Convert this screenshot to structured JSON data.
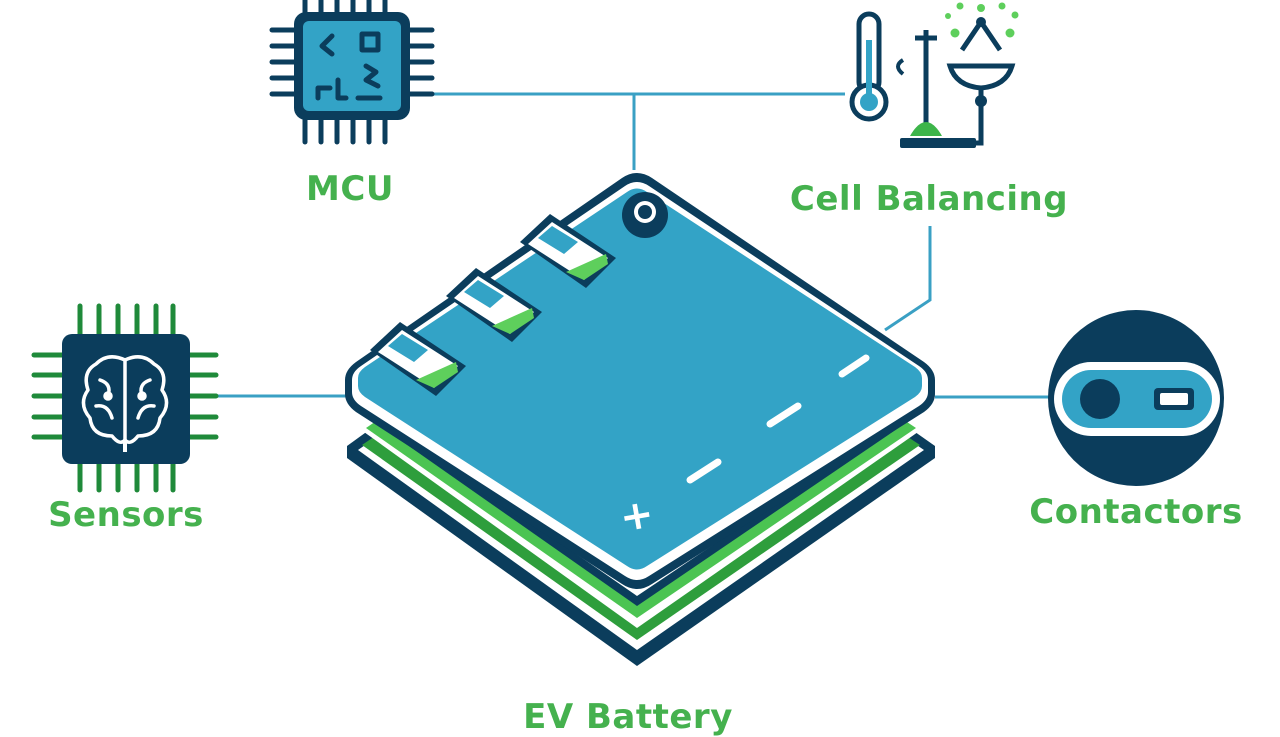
{
  "colors": {
    "navy": "#0b3d5c",
    "blue": "#33a3c6",
    "green": "#3db54a",
    "light_green": "#5ecf5c",
    "connector": "#3aa0c4",
    "label_green": "#45b14e"
  },
  "components": {
    "mcu": {
      "label": "MCU",
      "icon": "microchip-icon"
    },
    "cell_balancing": {
      "label": "Cell Balancing",
      "icon": "thermometer-balance-icon"
    },
    "sensors": {
      "label": "Sensors",
      "icon": "brain-chip-icon"
    },
    "contactors": {
      "label": "Contactors",
      "icon": "toggle-switch-icon"
    },
    "battery": {
      "label": "EV Battery",
      "icon": "battery-pack-icon"
    }
  },
  "battery_marks": {
    "plus": "+",
    "minus": "−"
  }
}
